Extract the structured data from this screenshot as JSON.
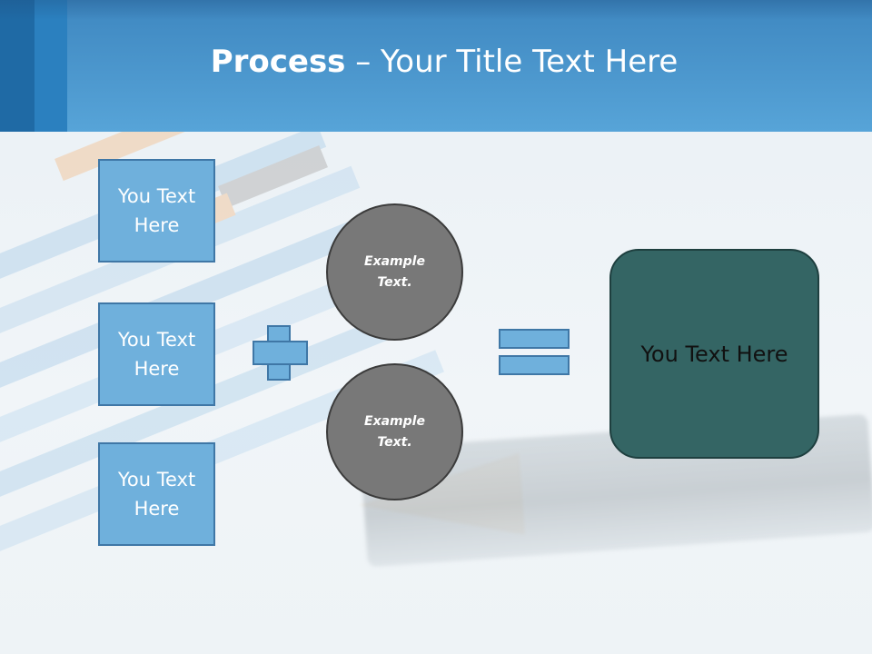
{
  "title": {
    "bold": "Process",
    "rest": " – Your Title Text Here"
  },
  "inputs": [
    {
      "label": "You Text Here"
    },
    {
      "label": "You Text Here"
    },
    {
      "label": "You Text Here"
    }
  ],
  "operator_plus": "plus",
  "examples": [
    {
      "label": "Example Text."
    },
    {
      "label": "Example Text."
    }
  ],
  "operator_equals": "equals",
  "result": {
    "label": "You Text Here"
  },
  "colors": {
    "header": "#57a4d8",
    "box_fill": "#6fb0dc",
    "box_border": "#3f77a6",
    "circle_fill": "#787878",
    "result_fill": "#346564"
  }
}
